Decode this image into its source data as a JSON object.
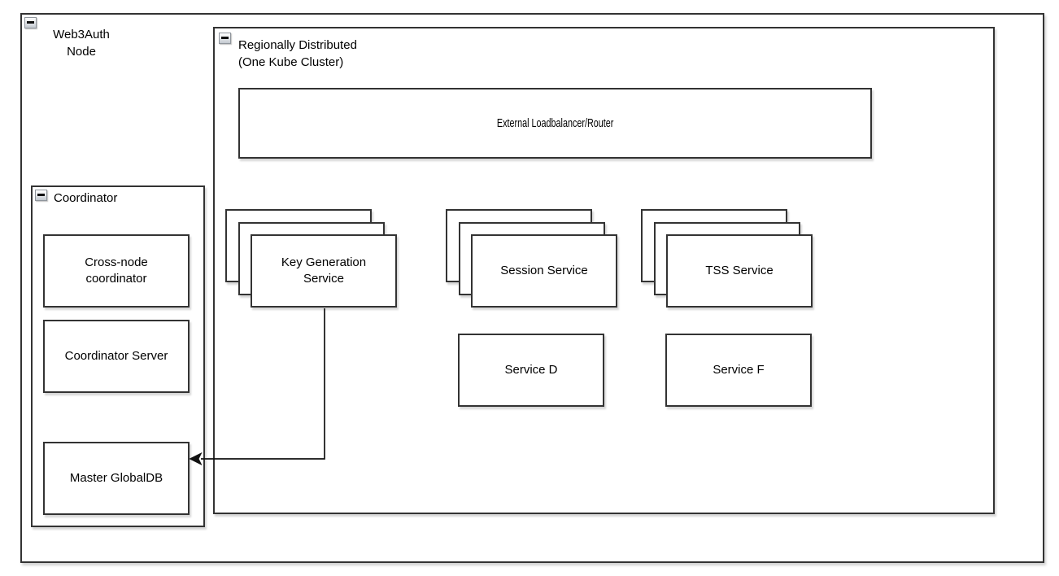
{
  "colors": {
    "background": "#ffffff",
    "shape_fill": "#ffffff",
    "border": "#333333",
    "text": "#000000",
    "arrow": "#111111"
  },
  "web3auth_container": {
    "title": "Web3Auth\nNode"
  },
  "coordinator": {
    "title": "Coordinator",
    "nodes": [
      {
        "label": "Cross-node\ncoordinator"
      },
      {
        "label": "Coordinator Server"
      },
      {
        "label": "Master GlobalDB"
      }
    ]
  },
  "regional": {
    "title": "Regionally Distributed\n(One Kube Cluster)",
    "loadbalancer": {
      "label": "External Loadbalancer/Router"
    },
    "stacks": [
      {
        "label": "Key Generation\nService",
        "copies": 3
      },
      {
        "label": "Session Service",
        "copies": 3
      },
      {
        "label": "TSS Service",
        "copies": 3
      }
    ],
    "services": [
      {
        "label": "Service D"
      },
      {
        "label": "Service F"
      }
    ]
  },
  "connector": {
    "from": "Key Generation Service",
    "to": "Master GlobalDB",
    "style": "orthogonal",
    "arrowhead": "left-pointing-filled"
  },
  "icons": {
    "collapse": "collapse-minus-square"
  }
}
